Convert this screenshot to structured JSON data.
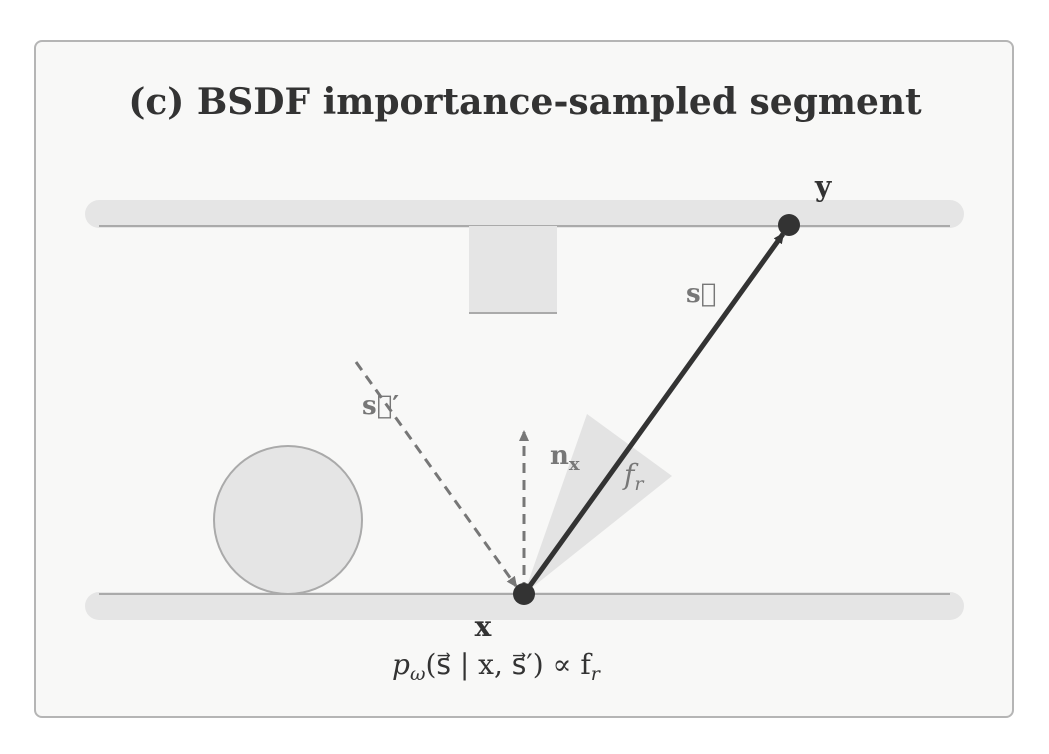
{
  "title": "(c) BSDF importance-sampled segment",
  "labels": {
    "point_x": "x",
    "point_y": "y",
    "direction_s": "s⃗",
    "direction_s_prime": "s⃗′",
    "normal_main": "n",
    "normal_sub": "x",
    "brdf_main": "f",
    "brdf_sub": "r"
  },
  "formula": {
    "p": "p",
    "omega": "ω",
    "body": "(s⃗ | x, s⃗′) ∝ f",
    "sub_r": "r"
  },
  "colors": {
    "panel_bg": "#f8f8f7",
    "panel_border": "#b5b5b5",
    "surface_fill": "#e5e5e5",
    "dark": "#333333",
    "grey": "#777777"
  }
}
